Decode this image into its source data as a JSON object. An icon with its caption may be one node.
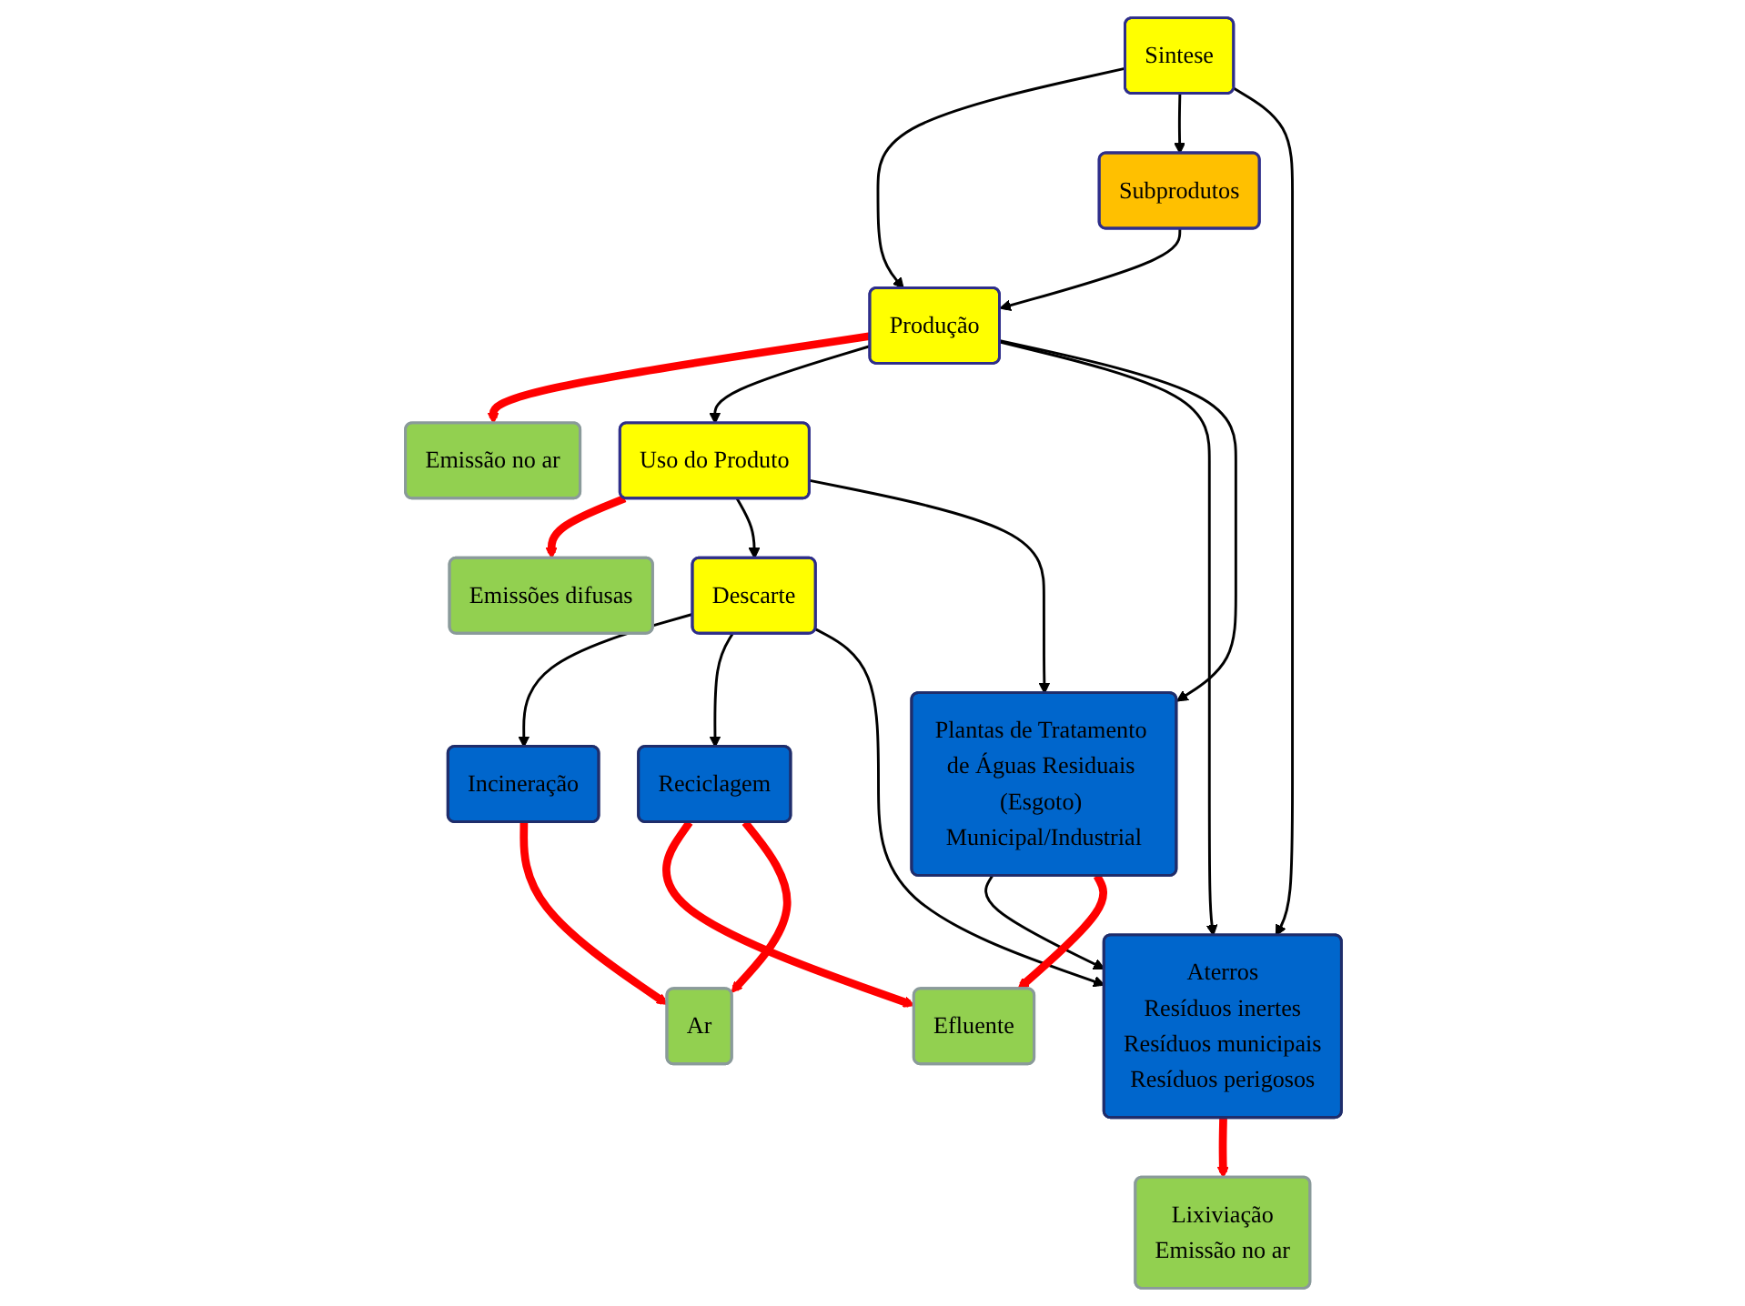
{
  "diagram": {
    "nodes": [
      {
        "text": [
          "Emissão no ar"
        ]
      },
      {
        "text": [
          "Emissões difusas"
        ]
      },
      {
        "text": [
          "Sintese"
        ]
      },
      {
        "text": [
          "Produção"
        ]
      },
      {
        "text": [
          "Uso do Produto"
        ]
      },
      {
        "text": [
          "Descarte"
        ]
      },
      {
        "text": [
          "Subprodutos"
        ]
      },
      {
        "text": [
          "Efluente"
        ]
      },
      {
        "text": [
          "Incineração"
        ]
      },
      {
        "text": [
          "Plantas de Tratamento de Águas Residuais (Esgoto) Municipal/Industrial"
        ]
      },
      {
        "text": [
          "Aterros",
          "Resíduos inertes",
          "Resíduos municipais",
          "Resíduos perigosos"
        ]
      },
      {
        "text": [
          "Reciclagem"
        ]
      },
      {
        "text": [
          "Ar"
        ]
      },
      {
        "text": [
          "Lixiviação",
          "Emissão no ar"
        ]
      }
    ],
    "edges": [
      {
        "from": 2,
        "to": 3,
        "arrow": "to"
      },
      {
        "from": 2,
        "to": 6,
        "arrow": "to"
      },
      {
        "from": 2,
        "to": 10,
        "arrow": "to"
      },
      {
        "from": 6,
        "to": 3,
        "arrow": "to"
      },
      {
        "from": 3,
        "to": 0,
        "arrow": "to",
        "style": "thick",
        "color": "#ff0000"
      },
      {
        "from": 3,
        "to": 4,
        "arrow": "to"
      },
      {
        "from": 3,
        "to": 10,
        "arrow": "to"
      },
      {
        "from": 3,
        "to": 9,
        "arrow": "to"
      },
      {
        "from": 4,
        "to": 1,
        "arrow": "to",
        "style": "thick",
        "color": "#ff0000"
      },
      {
        "from": 4,
        "to": 5,
        "arrow": "to"
      },
      {
        "from": 4,
        "to": 9,
        "arrow": "to"
      },
      {
        "from": 5,
        "to": 8,
        "arrow": "to"
      },
      {
        "from": 5,
        "to": 11,
        "arrow": "to"
      },
      {
        "from": 5,
        "to": 10,
        "arrow": "to"
      },
      {
        "from": 9,
        "to": 10,
        "arrow": "to"
      },
      {
        "from": 9,
        "to": 7,
        "arrow": "to",
        "style": "thick",
        "color": "#ff0000"
      },
      {
        "from": 11,
        "to": 7,
        "arrow": "to",
        "style": "thick",
        "color": "#ff0000"
      },
      {
        "from": 11,
        "to": 12,
        "arrow": "to",
        "style": "thick",
        "color": "#ff0000"
      },
      {
        "from": 8,
        "to": 12,
        "arrow": "to",
        "style": "thick",
        "color": "#ff0000"
      },
      {
        "from": 10,
        "to": 13,
        "arrow": "to",
        "style": "thick",
        "color": "#ff0000"
      }
    ]
  }
}
